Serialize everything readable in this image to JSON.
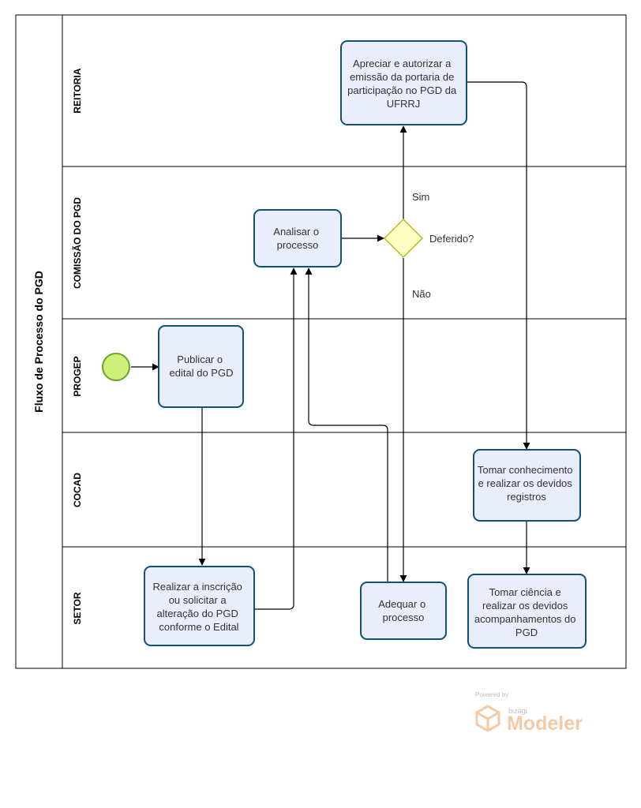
{
  "pool": {
    "title": "Fluxo de Processo do PGD"
  },
  "lanes": [
    {
      "id": "reitoria",
      "label": "REITORIA"
    },
    {
      "id": "comissao",
      "label": "COMISSÃO DO PGD"
    },
    {
      "id": "progep",
      "label": "PROGEP"
    },
    {
      "id": "cocad",
      "label": "COCAD"
    },
    {
      "id": "setor",
      "label": "SETOR"
    }
  ],
  "tasks": [
    {
      "id": "apreciar",
      "lines": [
        "Apreciar e autorizar a",
        "emissão da portaria de",
        "participação no PGD da",
        "UFRRJ"
      ]
    },
    {
      "id": "analisar",
      "lines": [
        "Analisar o",
        "processo"
      ]
    },
    {
      "id": "publicar",
      "lines": [
        "Publicar o",
        "edital do PGD"
      ]
    },
    {
      "id": "tomar-conhecimento",
      "lines": [
        "Tomar conhecimento",
        "e realizar os devidos",
        "registros"
      ]
    },
    {
      "id": "realizar-inscricao",
      "lines": [
        "Realizar a inscrição",
        "ou solicitar a",
        "alteração do PGD",
        "conforme o Edital"
      ]
    },
    {
      "id": "adequar",
      "lines": [
        "Adequar o",
        "processo"
      ]
    },
    {
      "id": "tomar-ciencia",
      "lines": [
        "Tomar ciência e",
        "realizar os devidos",
        "acompanhamentos do",
        "PGD"
      ]
    }
  ],
  "gateway": {
    "label": "Deferido?"
  },
  "flow_labels": {
    "sim": "Sim",
    "nao": "Não"
  },
  "branding": {
    "powered_by": "Powered by",
    "bizagi": "bizagi",
    "product": "Modeler"
  },
  "colors": {
    "task_fill": "#eaedfb",
    "task_stroke": "#0e5277",
    "gateway_fill": "#ffffc4",
    "gateway_stroke": "#b8b820",
    "start_fill": "#ccf07a",
    "start_stroke": "#6aa229"
  }
}
